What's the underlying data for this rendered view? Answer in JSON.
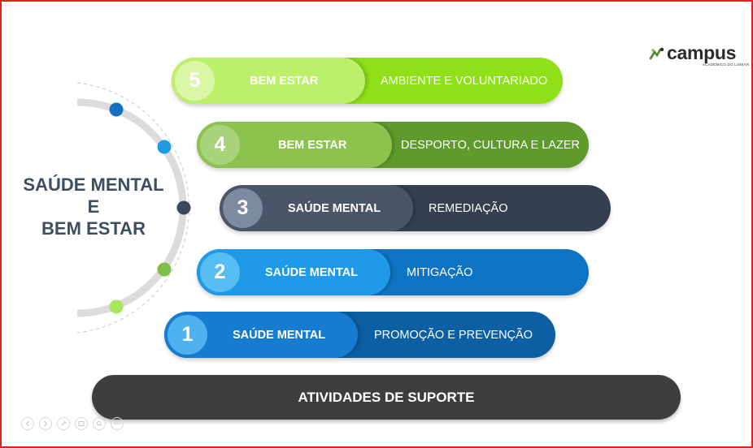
{
  "logo": {
    "word": "campus",
    "subtitle": "ACADÉMICO DO LUMIAR"
  },
  "title": {
    "line1": "SAÚDE MENTAL",
    "line2": "E",
    "line3": "BEM ESTAR"
  },
  "levels": [
    {
      "number": "5",
      "label": "BEM ESTAR",
      "description": "AMBIENTE E VOLUNTARIADO",
      "colors": {
        "bar": "#8fe019",
        "left": "#bdf06a",
        "circle": "#d9f7a6"
      }
    },
    {
      "number": "4",
      "label": "BEM ESTAR",
      "description": "DESPORTO, CULTURA E  LAZER",
      "colors": {
        "bar": "#5e9a2c",
        "left": "#8bc34e",
        "circle": "#a9d37a"
      }
    },
    {
      "number": "3",
      "label": "SAÚDE MENTAL",
      "description": "REMEDIAÇÃO",
      "colors": {
        "bar": "#34404f",
        "left": "#4a5668",
        "circle": "#7d8ba0"
      }
    },
    {
      "number": "2",
      "label": "SAÚDE MENTAL",
      "description": "MITIGAÇÃO",
      "colors": {
        "bar": "#0f73c4",
        "left": "#1e9ae8",
        "circle": "#58bdf2"
      }
    },
    {
      "number": "1",
      "label": "SAÚDE MENTAL",
      "description": "PROMOÇÃO E PREVENÇÃO",
      "colors": {
        "bar": "#0d5fa3",
        "left": "#167ccf",
        "circle": "#4fb1ee"
      }
    }
  ],
  "support": {
    "label": "ATIVIDADES DE SUPORTE"
  },
  "arc_dots": [
    {
      "color": "#1670c0"
    },
    {
      "color": "#1a9be6"
    },
    {
      "color": "#3a4a5c"
    },
    {
      "color": "#7cc045"
    },
    {
      "color": "#a6e85a"
    }
  ],
  "controls": [
    {
      "icon": "previous-icon"
    },
    {
      "icon": "next-icon"
    },
    {
      "icon": "pen-icon"
    },
    {
      "icon": "slides-icon"
    },
    {
      "icon": "zoom-icon"
    },
    {
      "icon": "more-icon"
    }
  ]
}
